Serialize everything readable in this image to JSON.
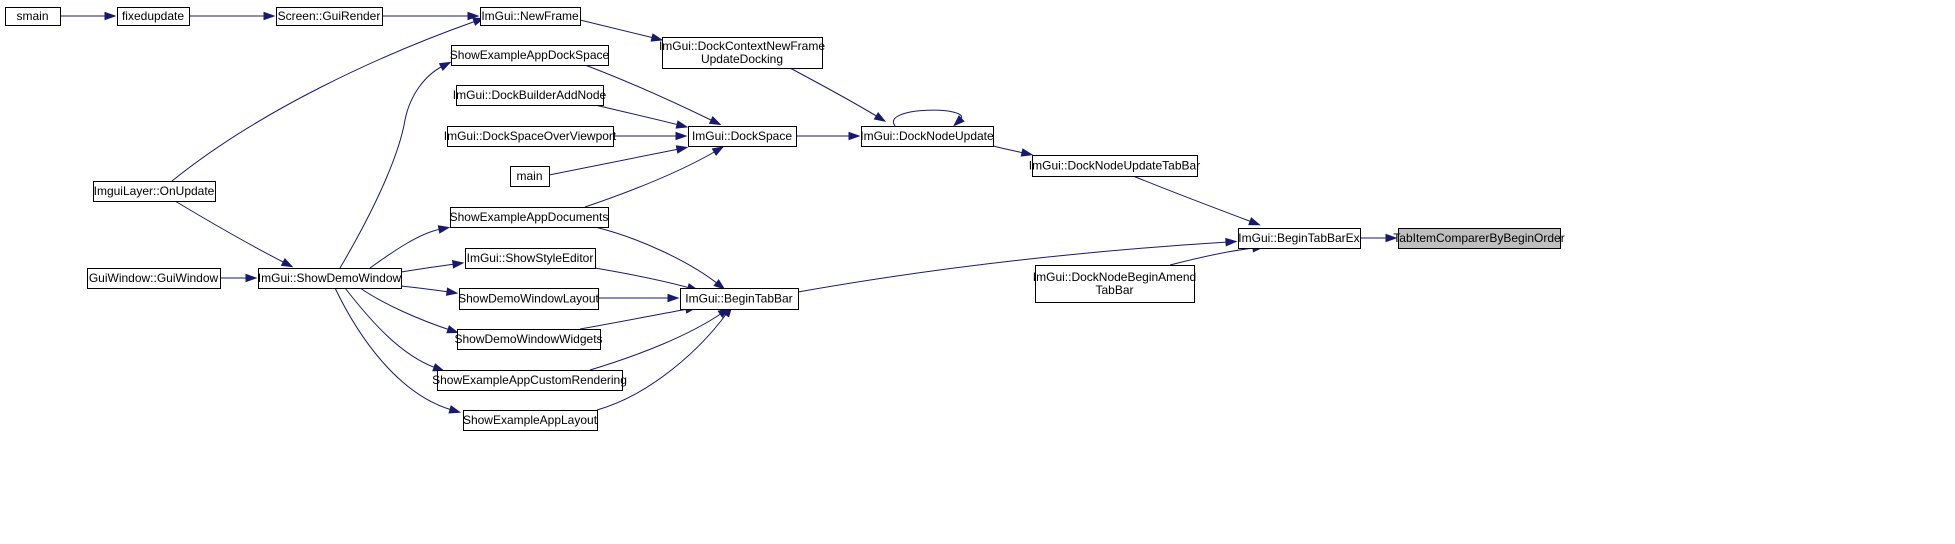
{
  "diagram": {
    "type": "call-graph",
    "colors": {
      "edge": "#191970",
      "node_border": "#000000",
      "node_fill": "#ffffff",
      "highlight_fill": "#bfbfbf"
    },
    "nodes": [
      {
        "id": "smain",
        "lines": [
          "smain"
        ]
      },
      {
        "id": "fixedupdate",
        "lines": [
          "fixedupdate"
        ]
      },
      {
        "id": "gui_render",
        "lines": [
          "Screen::GuiRender"
        ]
      },
      {
        "id": "new_frame",
        "lines": [
          "ImGui::NewFrame"
        ]
      },
      {
        "id": "ctx_newframe",
        "lines": [
          "ImGui::DockContextNewFrame",
          "UpdateDocking"
        ]
      },
      {
        "id": "app_dockspace",
        "lines": [
          "ShowExampleAppDockSpace"
        ]
      },
      {
        "id": "builder_addnode",
        "lines": [
          "ImGui::DockBuilderAddNode"
        ]
      },
      {
        "id": "dockspace_overvp",
        "lines": [
          "ImGui::DockSpaceOverViewport"
        ]
      },
      {
        "id": "main",
        "lines": [
          "main"
        ]
      },
      {
        "id": "dockspace",
        "lines": [
          "ImGui::DockSpace"
        ]
      },
      {
        "id": "docknode_update",
        "lines": [
          "ImGui::DockNodeUpdate"
        ]
      },
      {
        "id": "docknode_tabbar",
        "lines": [
          "ImGui::DockNodeUpdateTabBar"
        ]
      },
      {
        "id": "imgui_layer",
        "lines": [
          "ImguiLayer::OnUpdate"
        ]
      },
      {
        "id": "app_documents",
        "lines": [
          "ShowExampleAppDocuments"
        ]
      },
      {
        "id": "gui_window",
        "lines": [
          "GuiWindow::GuiWindow"
        ]
      },
      {
        "id": "demo_window",
        "lines": [
          "ImGui::ShowDemoWindow"
        ]
      },
      {
        "id": "style_editor",
        "lines": [
          "ImGui::ShowStyleEditor"
        ]
      },
      {
        "id": "demo_layout",
        "lines": [
          "ShowDemoWindowLayout"
        ]
      },
      {
        "id": "demo_widgets",
        "lines": [
          "ShowDemoWindowWidgets"
        ]
      },
      {
        "id": "custom_render",
        "lines": [
          "ShowExampleAppCustomRendering"
        ]
      },
      {
        "id": "app_layout",
        "lines": [
          "ShowExampleAppLayout"
        ]
      },
      {
        "id": "begin_tabbar",
        "lines": [
          "ImGui::BeginTabBar"
        ]
      },
      {
        "id": "begin_tabbar_ex",
        "lines": [
          "ImGui::BeginTabBarEx"
        ]
      },
      {
        "id": "begin_amend",
        "lines": [
          "ImGui::DockNodeBeginAmend",
          "TabBar"
        ]
      },
      {
        "id": "comparer",
        "lines": [
          "TabItemComparerByBeginOrder"
        ],
        "highlight": true
      }
    ],
    "edges": [
      {
        "from": "smain",
        "to": "fixedupdate"
      },
      {
        "from": "fixedupdate",
        "to": "gui_render"
      },
      {
        "from": "gui_render",
        "to": "new_frame"
      },
      {
        "from": "imgui_layer",
        "to": "new_frame"
      },
      {
        "from": "new_frame",
        "to": "ctx_newframe"
      },
      {
        "from": "ctx_newframe",
        "to": "docknode_update"
      },
      {
        "from": "app_dockspace",
        "to": "dockspace"
      },
      {
        "from": "builder_addnode",
        "to": "dockspace"
      },
      {
        "from": "dockspace_overvp",
        "to": "dockspace"
      },
      {
        "from": "main",
        "to": "dockspace"
      },
      {
        "from": "app_documents",
        "to": "dockspace"
      },
      {
        "from": "dockspace",
        "to": "docknode_update"
      },
      {
        "from": "docknode_update",
        "to": "docknode_update"
      },
      {
        "from": "docknode_update",
        "to": "docknode_tabbar"
      },
      {
        "from": "docknode_tabbar",
        "to": "begin_tabbar_ex"
      },
      {
        "from": "imgui_layer",
        "to": "demo_window"
      },
      {
        "from": "gui_window",
        "to": "demo_window"
      },
      {
        "from": "demo_window",
        "to": "app_dockspace"
      },
      {
        "from": "demo_window",
        "to": "app_documents"
      },
      {
        "from": "demo_window",
        "to": "style_editor"
      },
      {
        "from": "demo_window",
        "to": "demo_layout"
      },
      {
        "from": "demo_window",
        "to": "demo_widgets"
      },
      {
        "from": "demo_window",
        "to": "custom_render"
      },
      {
        "from": "demo_window",
        "to": "app_layout"
      },
      {
        "from": "app_documents",
        "to": "begin_tabbar"
      },
      {
        "from": "style_editor",
        "to": "begin_tabbar"
      },
      {
        "from": "demo_layout",
        "to": "begin_tabbar"
      },
      {
        "from": "demo_widgets",
        "to": "begin_tabbar"
      },
      {
        "from": "custom_render",
        "to": "begin_tabbar"
      },
      {
        "from": "app_layout",
        "to": "begin_tabbar"
      },
      {
        "from": "begin_tabbar",
        "to": "begin_tabbar_ex"
      },
      {
        "from": "begin_amend",
        "to": "begin_tabbar_ex"
      },
      {
        "from": "begin_tabbar_ex",
        "to": "comparer"
      }
    ]
  }
}
